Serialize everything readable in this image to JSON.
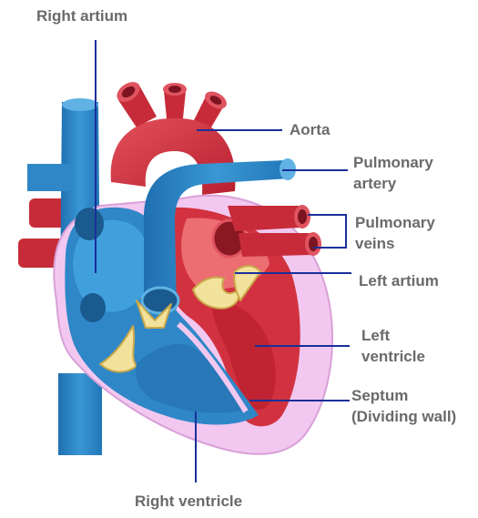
{
  "labels": {
    "right_atrium": "Right artium",
    "aorta": "Aorta",
    "pulmonary_artery": [
      "Pulmonary",
      "artery"
    ],
    "pulmonary_veins": [
      "Pulmonary",
      "veins"
    ],
    "left_atrium": "Left artium",
    "left_ventricle": [
      "Left",
      "ventricle"
    ],
    "septum": [
      "Septum",
      "(Dividing wall)"
    ],
    "right_ventricle": "Right ventricle"
  },
  "colors": {
    "label_text": "#6a6a6a",
    "leader_line": "#1a2f9a",
    "deoxygenated_blue": "#2f87c7",
    "oxygenated_red": "#d2323f",
    "pericardium_pink": "#f2c8f0",
    "valve_yellow": "#f3e29c"
  }
}
